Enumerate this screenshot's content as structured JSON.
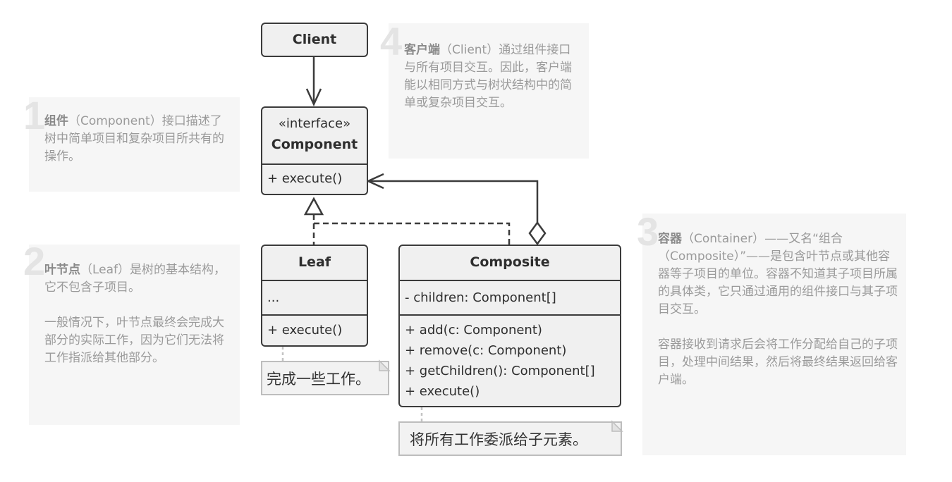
{
  "notes": [
    {
      "number": "1",
      "term": "组件",
      "paragraphs": [
        "（Component）接口描述了树中简单项目和复杂项目所共有的操作。"
      ]
    },
    {
      "number": "2",
      "term": "叶节点",
      "paragraphs": [
        "（Leaf）是树的基本结构，它不包含子项目。",
        "一般情况下，叶节点最终会完成大部分的实际工作，因为它们无法将工作指派给其他部分。"
      ]
    },
    {
      "number": "3",
      "term": "容器",
      "paragraphs": [
        "（Container）——又名“组合（Composite）”——是包含叶节点或其他容器等子项目的单位。容器不知道其子项目所属的具体类，它只通过通用的组件接口与其子项目交互。",
        "容器接收到请求后会将工作分配给自己的子项目，处理中间结果，然后将最终结果返回给客户端。"
      ]
    },
    {
      "number": "4",
      "term": "客户端",
      "paragraphs": [
        "（Client）通过组件接口与所有项目交互。因此，客户端能以相同方式与树状结构中的简单或复杂项目交互。"
      ]
    }
  ],
  "classes": {
    "client": {
      "name": "Client"
    },
    "component": {
      "stereotype": "«interface»",
      "name": "Component",
      "methods": [
        "+ execute()"
      ]
    },
    "leaf": {
      "name": "Leaf",
      "fields": [
        "..."
      ],
      "methods": [
        "+ execute()"
      ]
    },
    "composite": {
      "name": "Composite",
      "fields": [
        "- children: Component[]"
      ],
      "methods": [
        "+ add(c: Component)",
        "+ remove(c: Component)",
        "+ getChildren(): Component[]",
        "+ execute()"
      ]
    }
  },
  "callouts": {
    "leaf": "完成一些工作。",
    "composite": "将所有工作委派给子元素。"
  }
}
